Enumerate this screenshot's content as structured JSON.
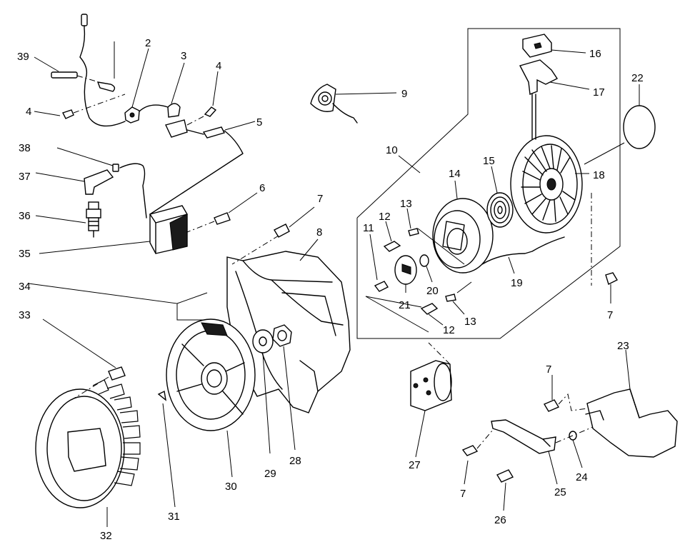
{
  "callouts": {
    "c2": "2",
    "c3": "3",
    "c4a": "4",
    "c4b": "4",
    "c5": "5",
    "c6": "6",
    "c7a": "7",
    "c7b": "7",
    "c7c": "7",
    "c7d": "7",
    "c8": "8",
    "c9": "9",
    "c10": "10",
    "c11": "11",
    "c12a": "12",
    "c12b": "12",
    "c13a": "13",
    "c13b": "13",
    "c14": "14",
    "c15": "15",
    "c16": "16",
    "c17": "17",
    "c18": "18",
    "c19": "19",
    "c20": "20",
    "c21": "21",
    "c22": "22",
    "c23": "23",
    "c24": "24",
    "c25": "25",
    "c26": "26",
    "c27": "27",
    "c28": "28",
    "c29": "29",
    "c30": "30",
    "c31": "31",
    "c32": "32",
    "c33": "33",
    "c34": "34",
    "c35": "35",
    "c36": "36",
    "c37": "37",
    "c38": "38",
    "c39": "39"
  }
}
